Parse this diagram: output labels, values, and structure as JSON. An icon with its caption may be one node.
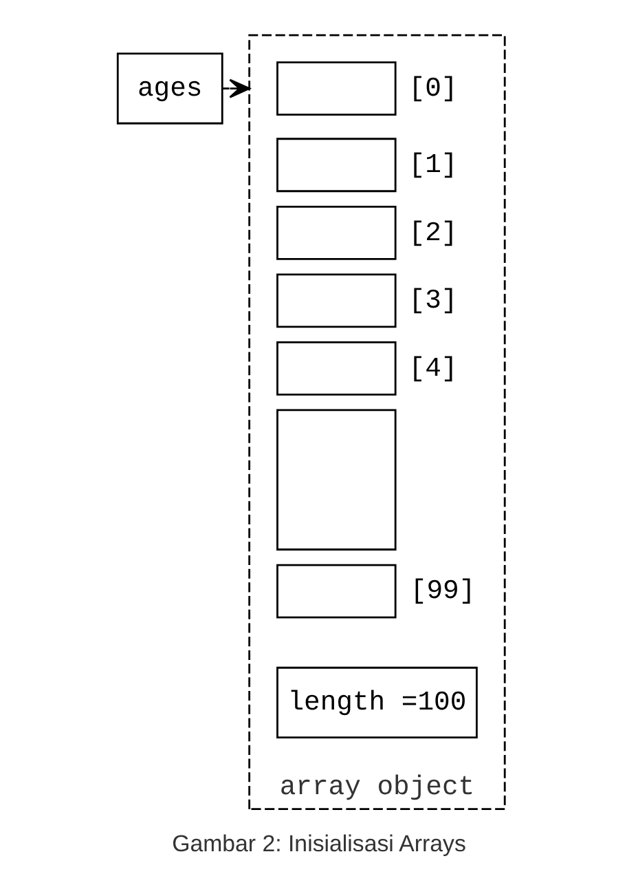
{
  "diagram": {
    "caption": "Gambar 2: Inisialisasi Arrays",
    "nodes": [
      {
        "text": [
          "ages"
        ]
      },
      {
        "text": [
          "array object"
        ]
      },
      {
        "text": [],
        "shape": "box",
        "in": 1,
        "beside": [
          "[0]"
        ]
      },
      {
        "text": [],
        "shape": "box",
        "in": 1,
        "beside": [
          "[1]"
        ]
      },
      {
        "text": [],
        "shape": "box",
        "in": 1,
        "beside": [
          "[2]"
        ]
      },
      {
        "text": [],
        "shape": "box",
        "in": 1,
        "beside": [
          "[3]"
        ]
      },
      {
        "text": [],
        "shape": "box",
        "in": 1,
        "beside": [
          "[4]"
        ]
      },
      {
        "text": [],
        "shape": "box",
        "in": 1
      },
      {
        "text": [],
        "shape": "box",
        "in": 1,
        "beside": [
          "[99]"
        ]
      },
      {
        "text": [
          "length =100"
        ],
        "in": 1
      }
    ],
    "edges": [
      {
        "from": 0,
        "to": 1,
        "arrow": "to"
      }
    ]
  }
}
